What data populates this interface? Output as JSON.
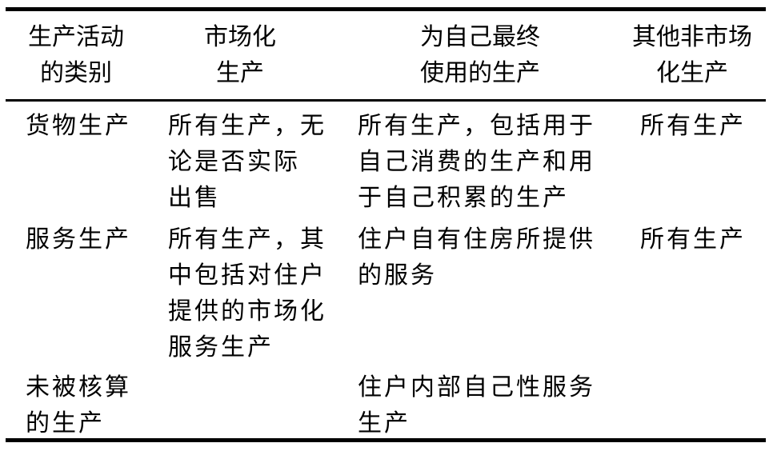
{
  "table": {
    "headers": [
      "生产活动\n的类别",
      "市场化\n生产",
      "为自己最终\n使用的生产",
      "其他非市场\n化生产"
    ],
    "rows": [
      {
        "category": "货物生产",
        "market": "所有生产，无\n论是否实际\n出售",
        "own_use": "所有生产，包括用于\n自己消费的生产和用\n于自己积累的生产",
        "other_non_market": "所有生产"
      },
      {
        "category": "服务生产",
        "market": "所有生产，其\n中包括对住户\n提供的市场化\n服务生产",
        "own_use": "住户自有住房所提供\n的服务",
        "other_non_market": "所有生产"
      },
      {
        "category": "未被核算\n的生产",
        "market": "",
        "own_use": "住户内部自己性服务\n生产",
        "other_non_market": ""
      }
    ]
  }
}
